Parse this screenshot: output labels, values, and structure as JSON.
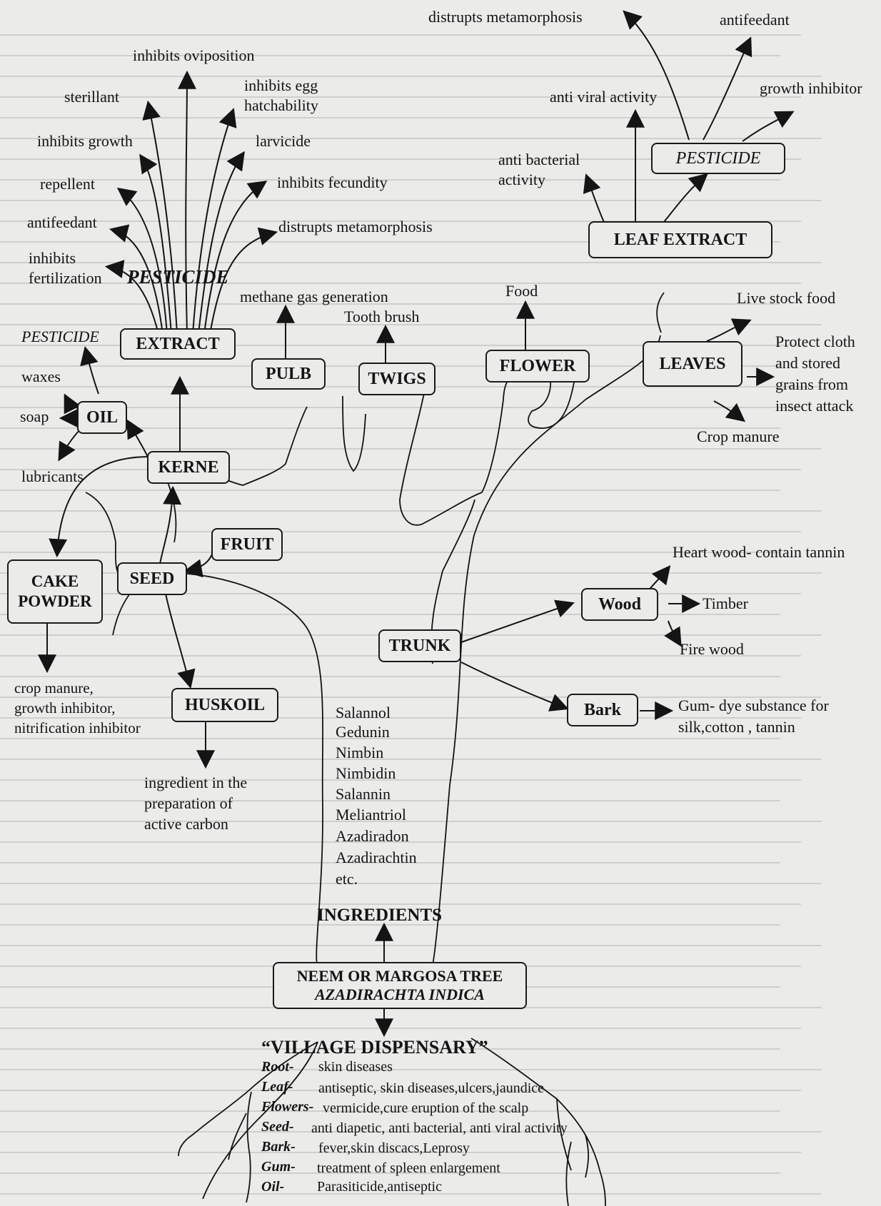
{
  "pesticide_cluster": {
    "effects": [
      "inhibits oviposition",
      "sterillant",
      "inhibits egg\nhatchability",
      "inhibits growth",
      "larvicide",
      "repellent",
      "inhibits fecundity",
      "antifeedant",
      "distrupts metamorphosis",
      "inhibits\nfertilization"
    ],
    "label": "PESTICIDE"
  },
  "extract": {
    "label": "EXTRACT",
    "pesticide": "PESTICIDE"
  },
  "oil": {
    "label": "OIL",
    "uses": [
      "waxes",
      "soap",
      "lubricants"
    ]
  },
  "kernel": {
    "label": "KERNE"
  },
  "cake": {
    "label": "CAKE\nPOWDER",
    "uses": "crop manure,\ngrowth inhibitor,\nnitrification inhibitor"
  },
  "seed": {
    "label": "SEED"
  },
  "fruit": {
    "label": "FRUIT"
  },
  "husk": {
    "label": "HUSKOIL",
    "uses": "ingredient in the\npreparation of\nactive carbon"
  },
  "pulb": {
    "label": "PULB",
    "use": "methane gas generation"
  },
  "twigs": {
    "label": "TWIGS",
    "use": "Tooth brush"
  },
  "flower": {
    "label": "FLOWER",
    "use": "Food"
  },
  "leaves": {
    "label": "LEAVES",
    "uses": [
      "Live stock food",
      "Protect cloth\nand stored\ngrains from\ninsect attack",
      "Crop manure"
    ]
  },
  "leaf_extract": {
    "label": "LEAF EXTRACT",
    "uses": [
      "anti viral activity",
      "anti bacterial\nactivity"
    ],
    "pesticide": {
      "label": "PESTICIDE",
      "uses": [
        "distrupts metamorphosis",
        "antifeedant",
        "growth inhibitor"
      ]
    }
  },
  "trunk": {
    "label": "TRUNK"
  },
  "wood": {
    "label": "Wood",
    "uses": [
      "Heart wood- contain tannin",
      "Timber",
      "Fire wood"
    ]
  },
  "bark": {
    "label": "Bark",
    "use": "Gum- dye substance for\nsilk,cotton , tannin"
  },
  "ingredients": {
    "title": "INGREDIENTS",
    "items": [
      "Salannol",
      "Gedunin",
      "Nimbin",
      "Nimbidin",
      "Salannin",
      "Meliantriol",
      "Azadiradon",
      "Azadirachtin",
      "etc."
    ]
  },
  "tree": {
    "name": "NEEM OR MARGOSA TREE",
    "scientific": "AZADIRACHTA INDICA"
  },
  "dispensary": {
    "title": "“VILLAGE DISPENSARY”",
    "rows": [
      {
        "part": "Root-",
        "use": "skin diseases"
      },
      {
        "part": "Leaf-",
        "use": "antiseptic, skin diseases,ulcers,jaundice"
      },
      {
        "part": "Flowers-",
        "use": "vermicide,cure eruption of the scalp"
      },
      {
        "part": "Seed-",
        "use": "anti diapetic, anti bacterial, anti viral activity"
      },
      {
        "part": "Bark-",
        "use": "fever,skin discacs,Leprosy"
      },
      {
        "part": "Gum-",
        "use": "treatment of spleen enlargement"
      },
      {
        "part": "Oil-",
        "use": "Parasiticide,antiseptic"
      }
    ]
  },
  "colors": {
    "paper": "#ebebea",
    "ink": "#141414",
    "ghost_text": "#cfcfcc"
  }
}
